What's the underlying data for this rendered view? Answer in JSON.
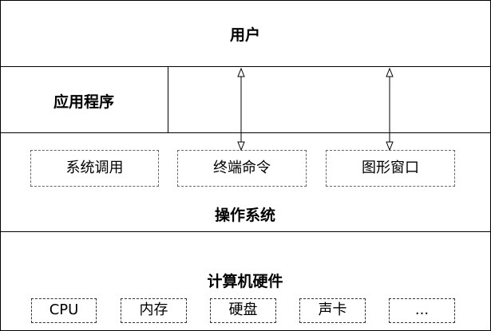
{
  "layers": {
    "user": "用户",
    "application": "应用程序",
    "os": "操作系统",
    "hardware": "计算机硬件"
  },
  "os_components": {
    "syscall": "系统调用",
    "terminal": "终端命令",
    "gui": "图形窗口"
  },
  "hardware_components": {
    "cpu": "CPU",
    "memory": "内存",
    "disk": "硬盘",
    "sound_card": "声卡",
    "more": "..."
  }
}
